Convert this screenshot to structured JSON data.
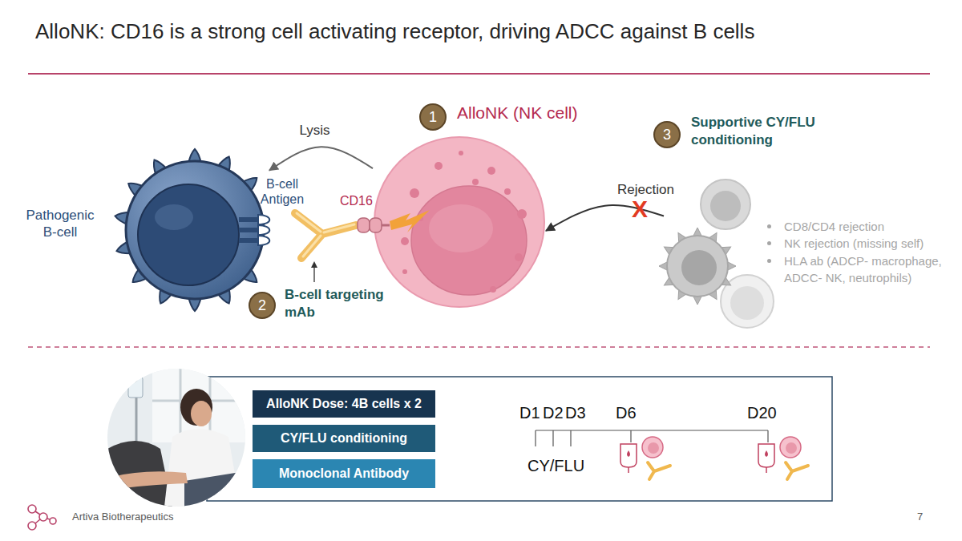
{
  "diagram": {
    "title": "AlloNK: CD16 is a strong cell activating receptor, driving ADCC against B cells",
    "nodes": [
      {
        "text": [
          "Pathogenic B-cell"
        ]
      },
      {
        "text": [
          "AlloNK (NK cell)"
        ]
      },
      {
        "text": [
          "CD8/CD4 rejection",
          "NK rejection (missing self)",
          "HLA ab (ADCP- macrophage, ADCC- NK, neutrophils)"
        ]
      },
      {
        "text": [
          "AlloNK Dose: 4B cells x 2"
        ]
      },
      {
        "text": [
          "CY/FLU conditioning"
        ]
      },
      {
        "text": [
          "Monoclonal Antibody"
        ]
      }
    ],
    "edges": [
      {
        "from": 1,
        "to": 0,
        "label": "Lysis",
        "arrow": "to"
      },
      {
        "from": 2,
        "to": 1,
        "label": "Rejection",
        "arrow": "to"
      }
    ],
    "labels": [
      "1",
      "3",
      "Supportive CY/FLU conditioning",
      "B-cell Antigen",
      "CD16",
      "X",
      "2",
      "B-cell targeting mAb",
      "D1",
      "D2",
      "D3",
      "D6",
      "D20",
      "CY/FLU",
      "Artiva Biotherapeutics",
      "7"
    ]
  }
}
